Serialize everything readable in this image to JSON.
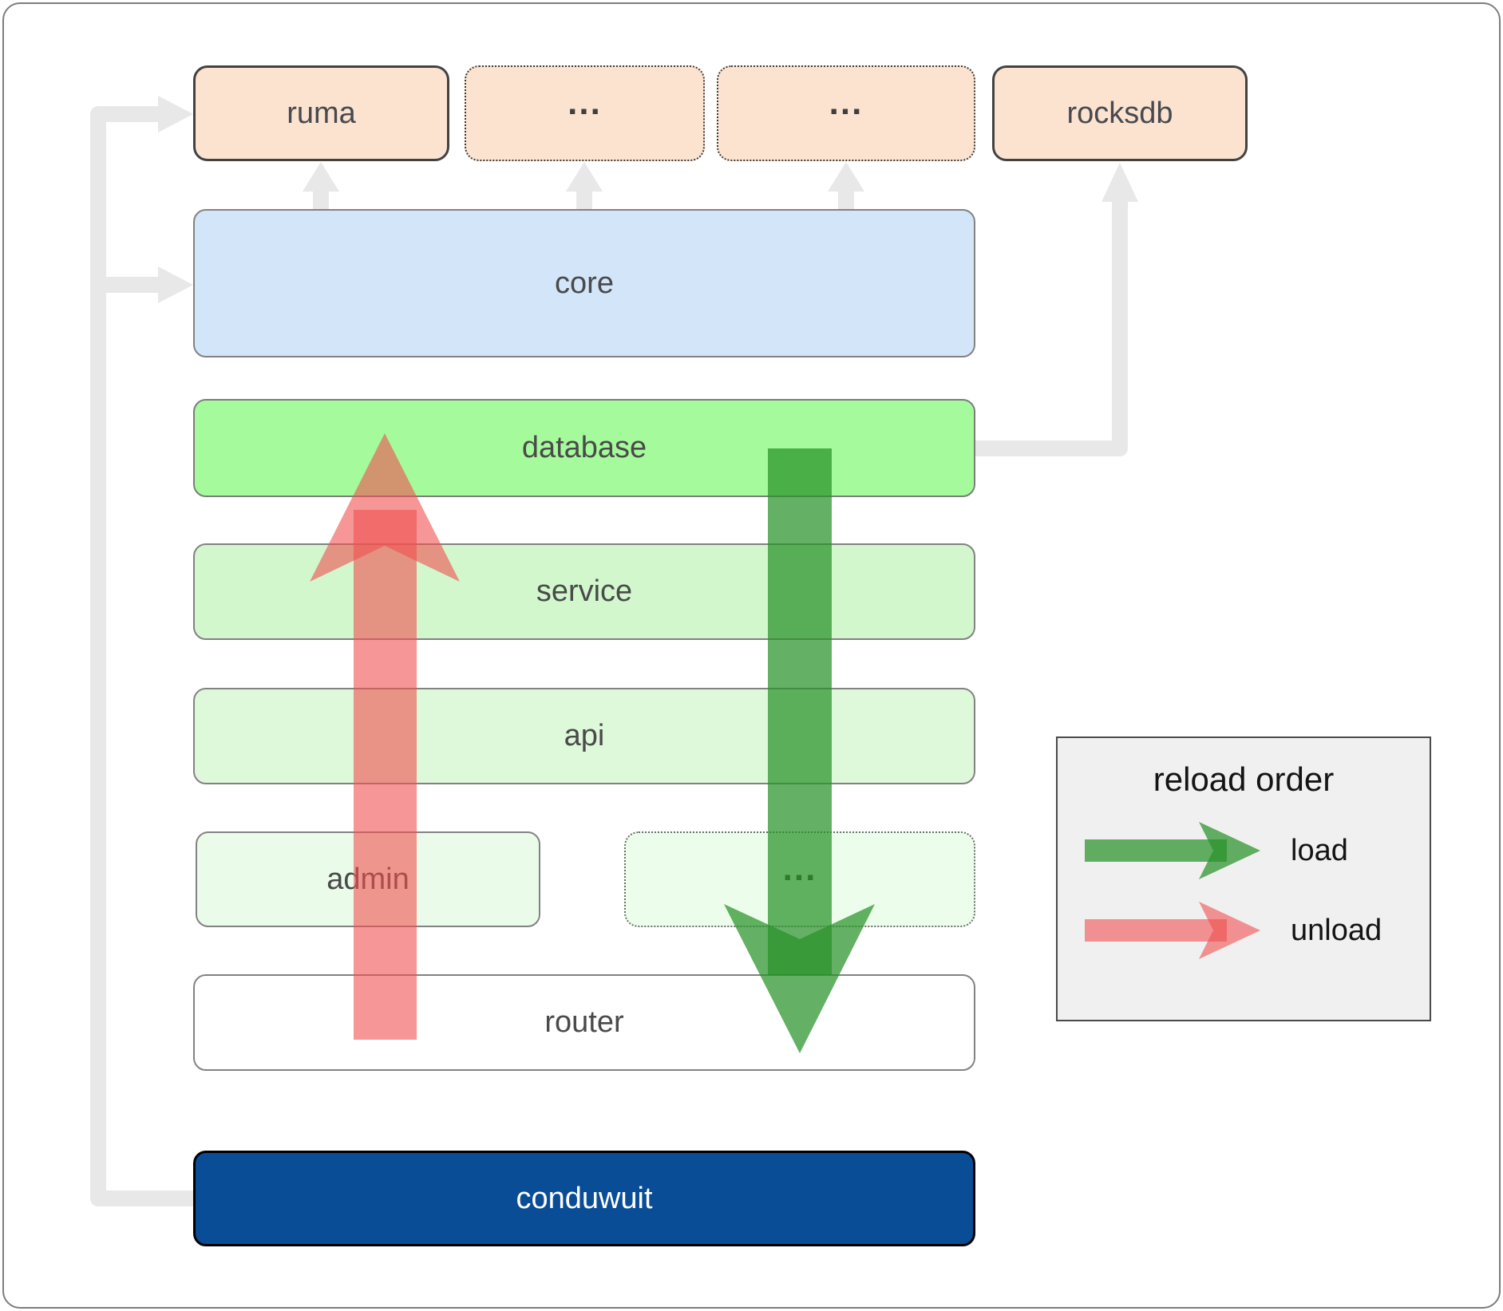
{
  "boxes": {
    "ruma": {
      "label": "ruma"
    },
    "ellipsis_top_1": {
      "label": "..."
    },
    "ellipsis_top_2": {
      "label": "..."
    },
    "rocksdb": {
      "label": "rocksdb"
    },
    "core": {
      "label": "core"
    },
    "database": {
      "label": "database"
    },
    "service": {
      "label": "service"
    },
    "api": {
      "label": "api"
    },
    "admin": {
      "label": "admin"
    },
    "ellipsis_mid": {
      "label": "..."
    },
    "router": {
      "label": "router"
    },
    "conduwuit": {
      "label": "conduwuit"
    }
  },
  "legend": {
    "title": "reload order",
    "load_label": "load",
    "unload_label": "unload"
  },
  "colors": {
    "load_arrow": "#289128b8",
    "unload_arrow": "#f0505099",
    "connector_gray": "#e8e8e8",
    "external_box_fill": "#fce3d0",
    "core_fill": "#d2e5f9",
    "database_fill": "#a5fb9b",
    "service_fill": "#d2f7cd",
    "api_fill": "#def8da",
    "admin_fill": "#eafce9",
    "router_fill": "#ffffff",
    "conduwuit_fill": "#094d96",
    "legend_fill": "#f0f0f0"
  }
}
